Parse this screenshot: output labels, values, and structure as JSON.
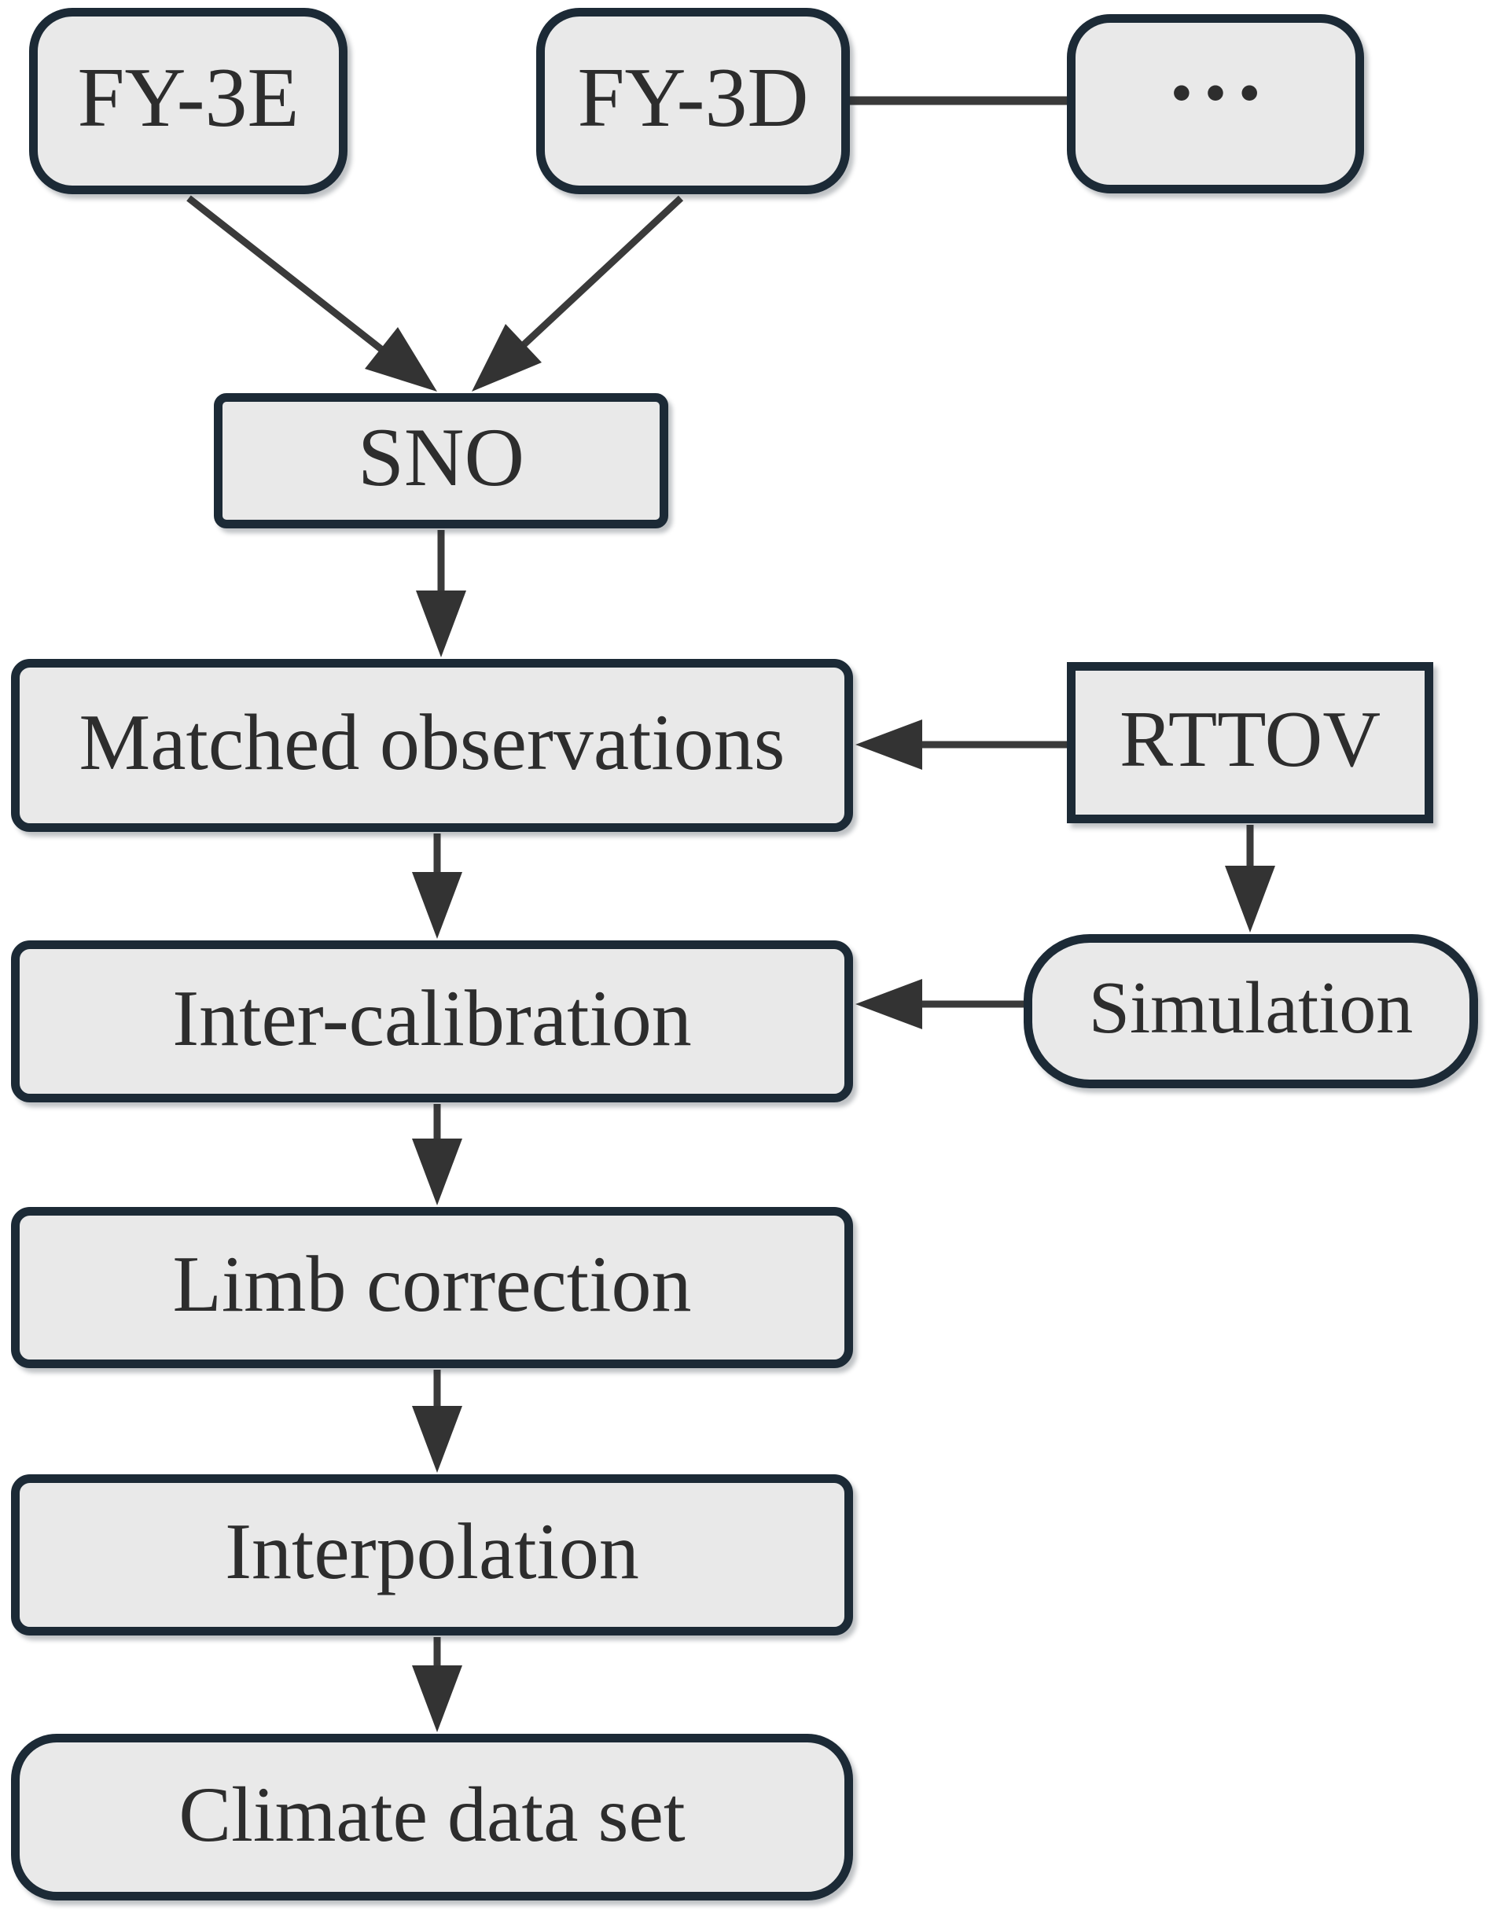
{
  "diagram": {
    "type": "flowchart",
    "colors": {
      "background": "#ffffff",
      "node_fill": "#e9e9e9",
      "node_border": "#1c2a36",
      "text": "#2d2d2d",
      "edge": "#3a3a3a"
    },
    "nodes": {
      "fy3e": {
        "label": "FY-3E",
        "shape": "rounded-rectangle"
      },
      "fy3d": {
        "label": "FY-3D",
        "shape": "rounded-rectangle"
      },
      "dots": {
        "label": "•••",
        "shape": "rounded-rectangle"
      },
      "sno": {
        "label": "SNO",
        "shape": "rectangle"
      },
      "matched": {
        "label": "Matched observations",
        "shape": "rectangle"
      },
      "rttov": {
        "label": "RTTOV",
        "shape": "sharp-rectangle"
      },
      "simulation": {
        "label": "Simulation",
        "shape": "pill"
      },
      "intercal": {
        "label": "Inter-calibration",
        "shape": "rectangle"
      },
      "limb": {
        "label": "Limb correction",
        "shape": "rectangle"
      },
      "interp": {
        "label": "Interpolation",
        "shape": "rectangle"
      },
      "climate": {
        "label": "Climate data set",
        "shape": "pill"
      }
    },
    "edges": [
      {
        "from": "fy3d",
        "to": "dots",
        "arrow": false
      },
      {
        "from": "fy3e",
        "to": "sno",
        "arrow": true
      },
      {
        "from": "fy3d",
        "to": "sno",
        "arrow": true
      },
      {
        "from": "sno",
        "to": "matched",
        "arrow": true
      },
      {
        "from": "rttov",
        "to": "matched",
        "arrow": true
      },
      {
        "from": "rttov",
        "to": "simulation",
        "arrow": true
      },
      {
        "from": "matched",
        "to": "intercal",
        "arrow": true
      },
      {
        "from": "simulation",
        "to": "intercal",
        "arrow": true
      },
      {
        "from": "intercal",
        "to": "limb",
        "arrow": true
      },
      {
        "from": "limb",
        "to": "interp",
        "arrow": true
      },
      {
        "from": "interp",
        "to": "climate",
        "arrow": true
      }
    ]
  }
}
